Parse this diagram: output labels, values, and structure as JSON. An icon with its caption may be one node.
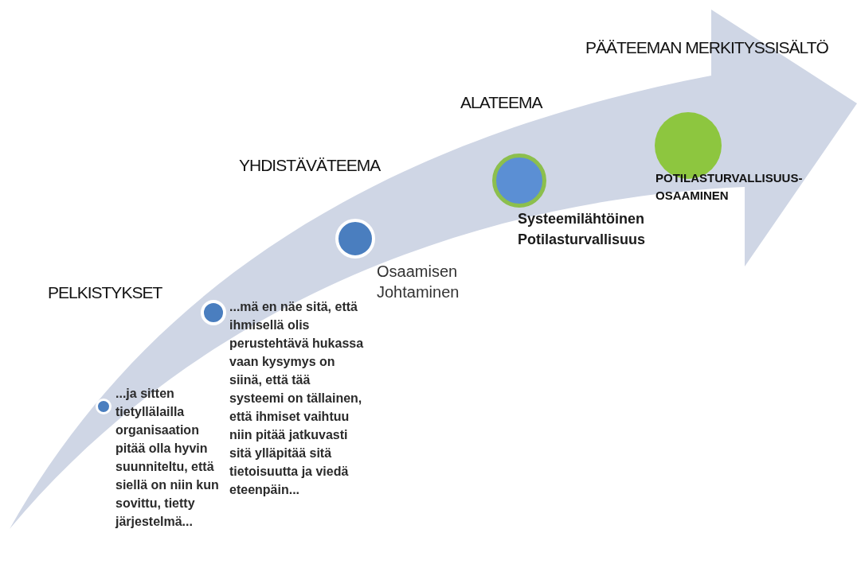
{
  "diagram": {
    "nodes": [
      {
        "text": [],
        "shape": "circle",
        "beside": [
          "...ja sitten tietyllälailla organisaation pitää olla hyvin suunniteltu, että siellä on niin kun sovittu, tietty järjestelmä..."
        ]
      },
      {
        "text": [],
        "shape": "circle",
        "beside": [
          "...mä en näe sitä, että ihmisellä olis perustehtävä hukassa vaan kysymys on siinä, että tää systeemi on tällainen, että ihmiset vaihtuu niin pitää jatkuvasti sitä ylläpitää sitä tietoisuutta ja viedä eteenpäin..."
        ]
      },
      {
        "text": [],
        "shape": "circle",
        "beside": [
          "Osaamisen Johtaminen"
        ]
      },
      {
        "text": [],
        "shape": "circle",
        "beside": [
          "Systeemilähtöinen Potilasturvallisuus"
        ]
      },
      {
        "text": [],
        "shape": "circle",
        "beside": [
          "POTILASTURVALLISUUS- OSAAMINEN"
        ]
      }
    ],
    "edges": [],
    "labels": [
      "PÄÄTEEMAN MERKITYSSISÄLTÖ",
      "ALATEEMA",
      "YHDISTÄVÄTEEMA",
      "PELKISTYKSET"
    ]
  }
}
